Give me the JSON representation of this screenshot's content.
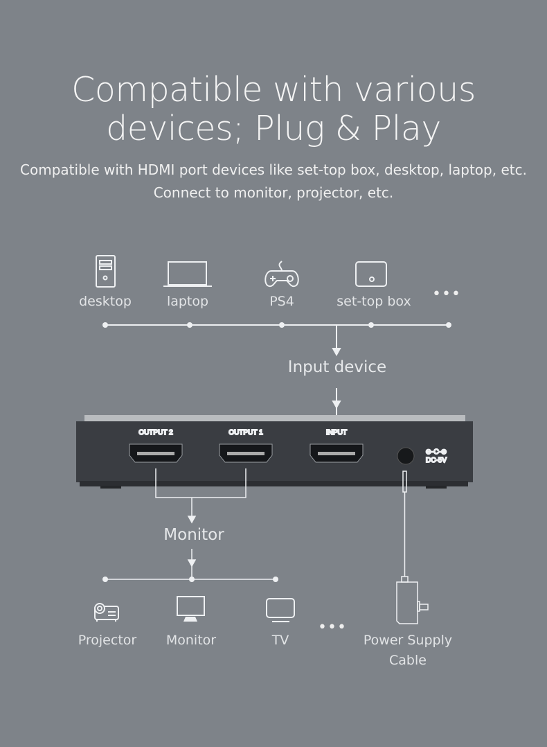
{
  "headline": {
    "line1": "Compatible with various",
    "line2": "devices; Plug & Play"
  },
  "subtitle": {
    "line1": "Compatible with HDMI port devices like set-top box, desktop, laptop, etc.",
    "line2": "Connect to monitor, projector, etc."
  },
  "inputs": {
    "items": [
      {
        "label": "desktop",
        "icon": "desktop-icon"
      },
      {
        "label": "laptop",
        "icon": "laptop-icon"
      },
      {
        "label": "PS4",
        "icon": "gamepad-icon"
      },
      {
        "label": "set-top box",
        "icon": "set-top-box-icon"
      }
    ],
    "more": "•••",
    "heading": "Input device"
  },
  "device": {
    "ports": [
      "OUTPUT 2",
      "OUTPUT 1",
      "INPUT"
    ],
    "power_label": "DC-5V",
    "power_symbol": "⊖-C-⊕"
  },
  "outputs": {
    "heading": "Monitor",
    "items": [
      {
        "label": "Projector",
        "icon": "projector-icon"
      },
      {
        "label": "Monitor",
        "icon": "monitor-icon"
      },
      {
        "label": "TV",
        "icon": "tv-icon"
      }
    ],
    "more": "•••",
    "power": {
      "line1": "Power Supply",
      "line2": "Cable"
    }
  },
  "colors": {
    "background": "#7e8389",
    "device": "#3b3e43",
    "line": "#e6e8ea"
  }
}
